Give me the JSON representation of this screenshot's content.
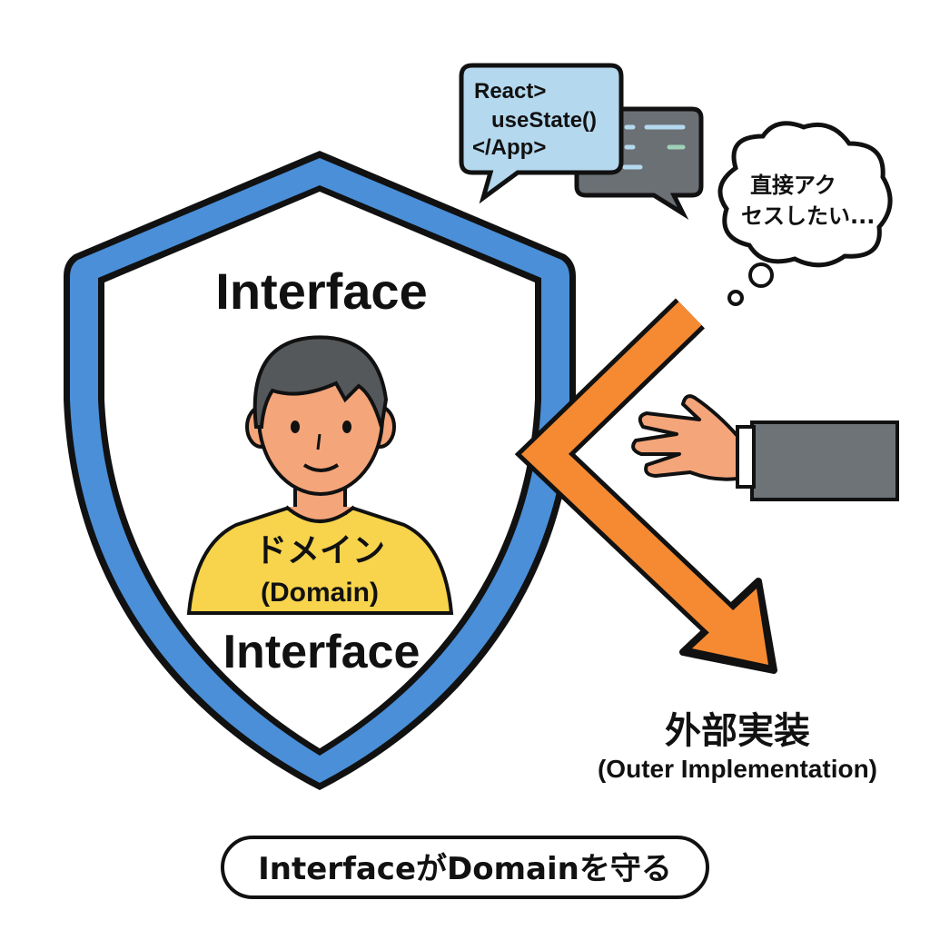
{
  "shield": {
    "title_top": "Interface",
    "title_bottom": "Interface"
  },
  "domain_person": {
    "label_jp": "ドメイン",
    "label_en": "(Domain)"
  },
  "code_bubble": {
    "lines": [
      "React>",
      "useState()",
      "</App>"
    ]
  },
  "thought_bubble": {
    "lines": [
      "直接アク",
      "セスしたい..."
    ]
  },
  "outer": {
    "label_jp": "外部実装",
    "label_en": "(Outer Implementation)"
  },
  "caption": "InterfaceがDomainを守る",
  "colors": {
    "shield_blue": "#4a8fd8",
    "arrow_orange": "#f58a32",
    "shirt_yellow": "#f7d44c",
    "skin": "#f5a57a",
    "bubble_blue": "#b4d8ee",
    "bubble_gray": "#6b7075",
    "sleeve_gray": "#6d7377"
  }
}
